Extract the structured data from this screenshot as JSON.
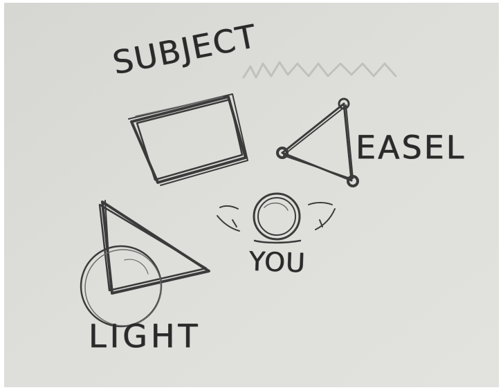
{
  "labels": {
    "subject": "SUBJECT",
    "easel": "EASEL",
    "you": "YOU",
    "light": "LIGHT"
  },
  "colors": {
    "paper": "#dcdcd8",
    "pencil": "#3b3b3b",
    "frame": "#ffffff"
  }
}
